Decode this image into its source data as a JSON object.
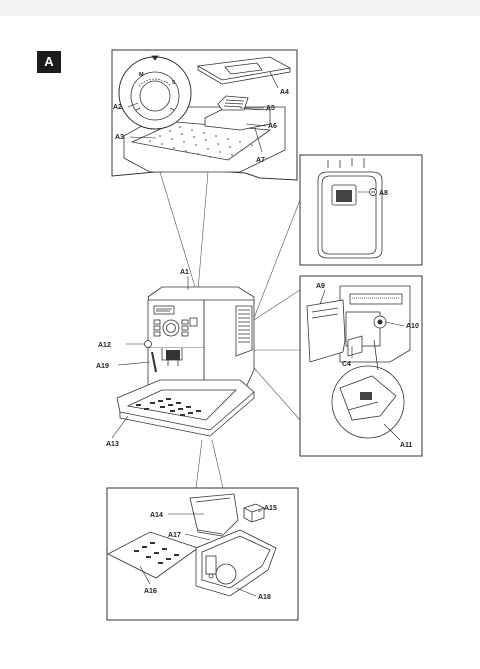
{
  "section_letter": "A",
  "dial_marks": [
    "M",
    "5"
  ],
  "labels": {
    "A1": "A1",
    "A2": "A2",
    "A3": "A3",
    "A4": "A4",
    "A5": "A5",
    "A6": "A6",
    "A7": "A7",
    "A8": "A8",
    "A9": "A9",
    "A10": "A10",
    "A11": "A11",
    "A12": "A12",
    "A13": "A13",
    "A14": "A14",
    "A15": "A15",
    "A16": "A16",
    "A17": "A17",
    "A18": "A18",
    "A19": "A19",
    "C4": "C4"
  }
}
